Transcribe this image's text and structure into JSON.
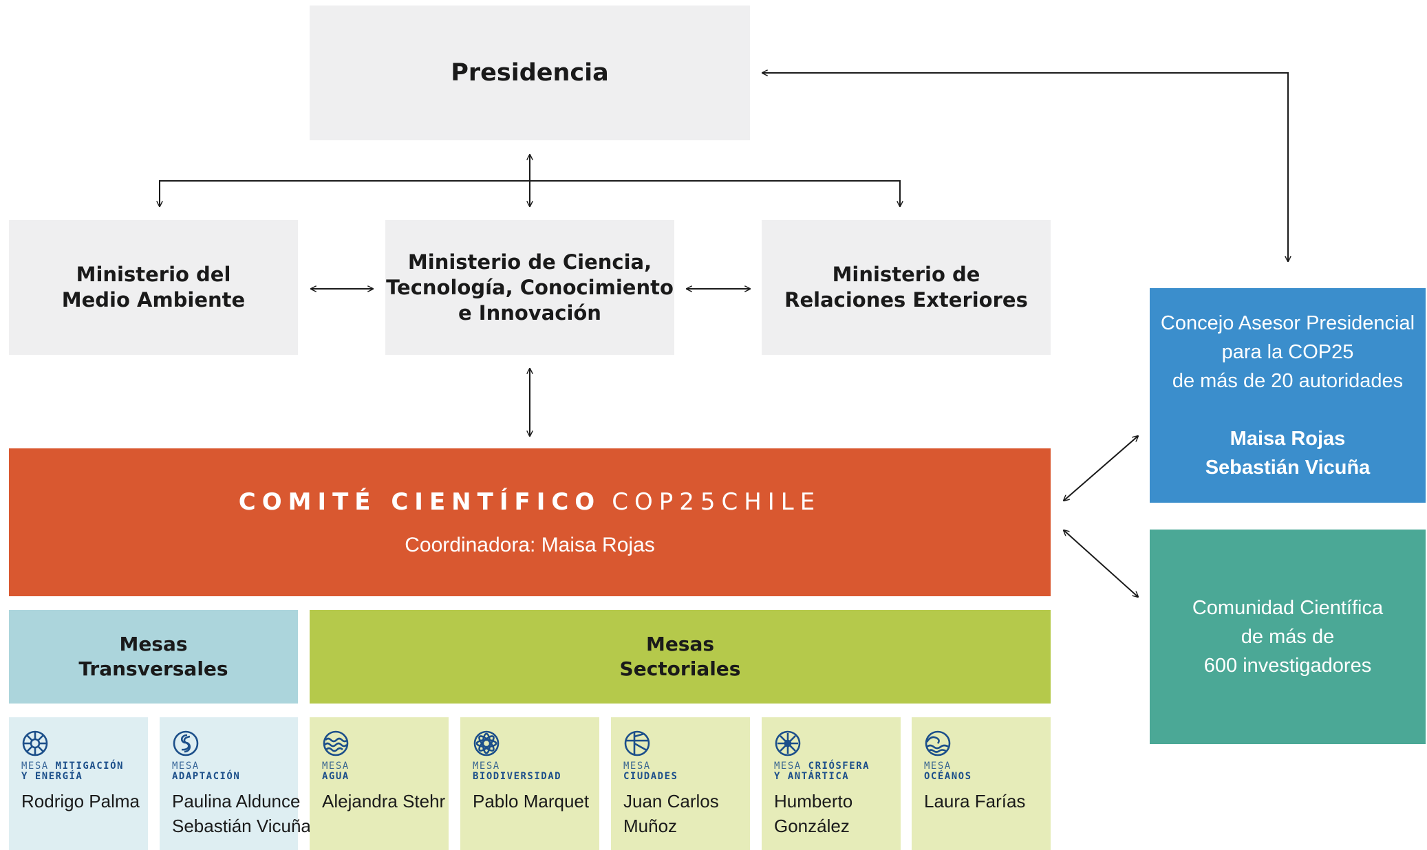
{
  "presidencia": "Presidencia",
  "ministerios": {
    "medio_ambiente": [
      "Ministerio del",
      "Medio Ambiente"
    ],
    "ciencia": [
      "Ministerio de Ciencia,",
      "Tecnología, Conocimiento",
      "e Innovación"
    ],
    "relaciones": [
      "Ministerio de",
      "Relaciones Exteriores"
    ]
  },
  "comite": {
    "title_bold": "COMITÉ CIENTÍFICO",
    "title_light": "COP25CHILE",
    "coordinadora": "Coordinadora: Maisa Rojas"
  },
  "mesas_transversales": [
    "Mesas",
    "Transversales"
  ],
  "mesas_sectoriales": [
    "Mesas",
    "Sectoriales"
  ],
  "concejo": {
    "lines": [
      "Concejo Asesor Presidencial",
      "para la COP25",
      "de más de 20 autoridades"
    ],
    "names": [
      "Maisa Rojas",
      "Sebastián Vicuña"
    ]
  },
  "comunidad": [
    "Comunidad Científica",
    "de más de",
    "600 investigadores"
  ],
  "mesas": [
    {
      "prefix": "MESA",
      "name_line1": "MITIGACIÓN",
      "name_line2": "Y ENERGÍA",
      "people": [
        "Rodrigo Palma"
      ],
      "icon": "sun-icon",
      "theme": "blue"
    },
    {
      "prefix": "MESA",
      "name_line1": "",
      "name_line2": "ADAPTACIÓN",
      "people": [
        "Paulina Aldunce",
        "Sebastián Vicuña"
      ],
      "icon": "spiral-icon",
      "theme": "blue"
    },
    {
      "prefix": "MESA",
      "name_line1": "",
      "name_line2": "AGUA",
      "people": [
        "Alejandra Stehr"
      ],
      "icon": "water-icon",
      "theme": "green"
    },
    {
      "prefix": "MESA",
      "name_line1": "",
      "name_line2": "BIODIVERSIDAD",
      "people": [
        "Pablo Marquet"
      ],
      "icon": "flower-icon",
      "theme": "green"
    },
    {
      "prefix": "MESA",
      "name_line1": "",
      "name_line2": "CIUDADES",
      "people": [
        "Juan Carlos",
        "Muñoz"
      ],
      "icon": "city-icon",
      "theme": "green"
    },
    {
      "prefix": "MESA",
      "name_line1": "CRIÓSFERA",
      "name_line2": "Y ANTÁRTICA",
      "people": [
        "Humberto",
        "González"
      ],
      "icon": "snowflake-icon",
      "theme": "green"
    },
    {
      "prefix": "MESA",
      "name_line1": "",
      "name_line2": "OCÉANOS",
      "people": [
        "Laura Farías"
      ],
      "icon": "waves-icon",
      "theme": "green"
    }
  ]
}
